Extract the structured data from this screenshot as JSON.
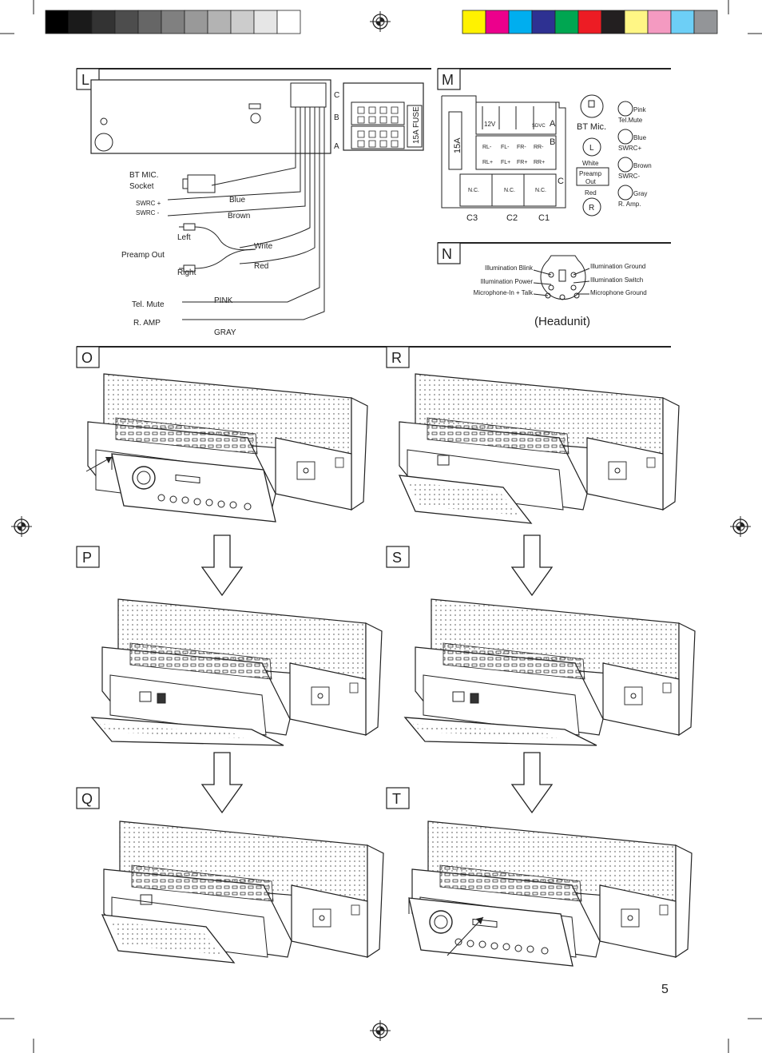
{
  "print_marks": {
    "grayscale_bar": [
      "#000000",
      "#1a1a1a",
      "#333333",
      "#4d4d4d",
      "#666666",
      "#808080",
      "#999999",
      "#b3b3b3",
      "#cccccc",
      "#e6e6e6",
      "#ffffff"
    ],
    "color_bar": [
      "#fff200",
      "#ec008c",
      "#00aeef",
      "#2e3192",
      "#00a651",
      "#ed1c24",
      "#231f20",
      "#fff685",
      "#f49ac1",
      "#6dcff6",
      "#939598"
    ]
  },
  "panel_L": {
    "letter": "L",
    "connector_rows": [
      "C",
      "B",
      "A"
    ],
    "fuse_label": "15A FUSE",
    "bt_mic_socket": [
      "BT MIC.",
      "Socket"
    ],
    "swrc_plus": "SWRC +",
    "swrc_minus": "SWRC -",
    "blue": "Blue",
    "brown": "Brown",
    "left": "Left",
    "preamp_out": "Preamp Out",
    "write": "Write",
    "right": "Right",
    "red": "Red",
    "tel_mute": "Tel. Mute",
    "pink": "PINK",
    "r_amp": "R. AMP",
    "gray": "GRAY"
  },
  "panel_M": {
    "letter": "M",
    "fuse": "15A",
    "row_a": "A",
    "row_b": "B",
    "row_c": "C",
    "a_label_12v": "12V",
    "a_label_sdvc": "SDVC",
    "b_pins_top": [
      "RL-",
      "FL-",
      "FR-",
      "RR-"
    ],
    "b_pins_bottom": [
      "RL+",
      "FL+",
      "FR+",
      "RR+"
    ],
    "c_pins": [
      "N.C.",
      "N.C.",
      "N.C."
    ],
    "c_labels": [
      "C3",
      "C2",
      "C1"
    ],
    "bt_mic": "BT Mic.",
    "l_jack": "L",
    "white": "White",
    "preamp_out": [
      "Preamp",
      "Out"
    ],
    "red": "Red",
    "r_jack": "R",
    "legend": [
      {
        "color": "Pink",
        "function": "Tel.Mute"
      },
      {
        "color": "Blue",
        "function": "SWRC+"
      },
      {
        "color": "Brown",
        "function": "SWRC-"
      },
      {
        "color": "Gray",
        "function": "R. Amp."
      }
    ]
  },
  "panel_N": {
    "letter": "N",
    "left_pins": [
      "Illumination Blink",
      "Illumination Power",
      "Microphone-In + Talk"
    ],
    "right_pins": [
      "Illumination Ground",
      "Illumination Switch",
      "Microphone Ground"
    ],
    "caption": "(Headunit)"
  },
  "steps": [
    "O",
    "P",
    "Q",
    "R",
    "S",
    "T"
  ],
  "page_number": "5"
}
